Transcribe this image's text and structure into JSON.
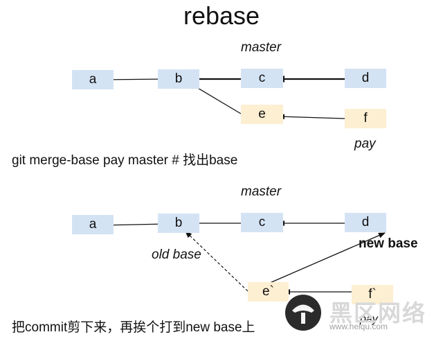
{
  "title": "rebase",
  "top_diagram": {
    "branch_master": "master",
    "branch_pay": "pay",
    "nodes": {
      "a": "a",
      "b": "b",
      "c": "c",
      "d": "d",
      "e": "e",
      "f": "f"
    }
  },
  "caption1": "git merge-base pay master # 找出base",
  "bottom_diagram": {
    "branch_master": "master",
    "old_base": "old base",
    "new_base": "new base",
    "branch_pay_partial": "pay",
    "nodes": {
      "a": "a",
      "b": "b",
      "c": "c",
      "d": "d",
      "e2": "e`",
      "f2": "f`"
    }
  },
  "caption2": "把commit剪下来，再挨个打到new base上",
  "watermark": {
    "text": "黑区网络",
    "url": "www.heiqu.com"
  },
  "colors": {
    "node_blue": "#d4e3f4",
    "node_tan": "#fdefd2"
  }
}
